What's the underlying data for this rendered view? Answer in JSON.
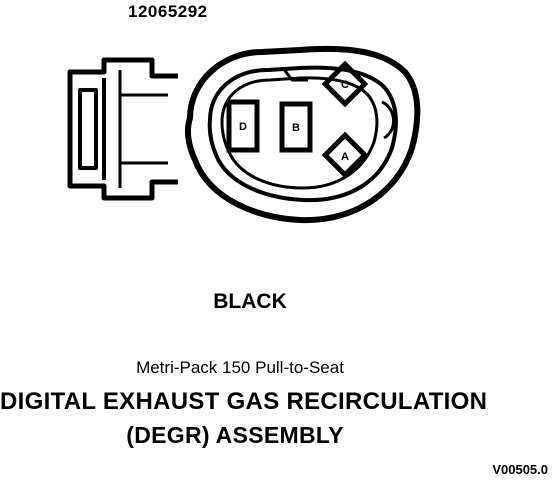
{
  "part_number": "12065292",
  "connector_color": "BLACK",
  "connector_series": "Metri-Pack 150 Pull-to-Seat",
  "component_name_line1": "DIGITAL EXHAUST GAS RECIRCULATION",
  "component_name_line2": "(DEGR) ASSEMBLY",
  "figure_code": "V00505.0",
  "pins": [
    {
      "label": "A"
    },
    {
      "label": "B"
    },
    {
      "label": "C"
    },
    {
      "label": "D"
    }
  ]
}
